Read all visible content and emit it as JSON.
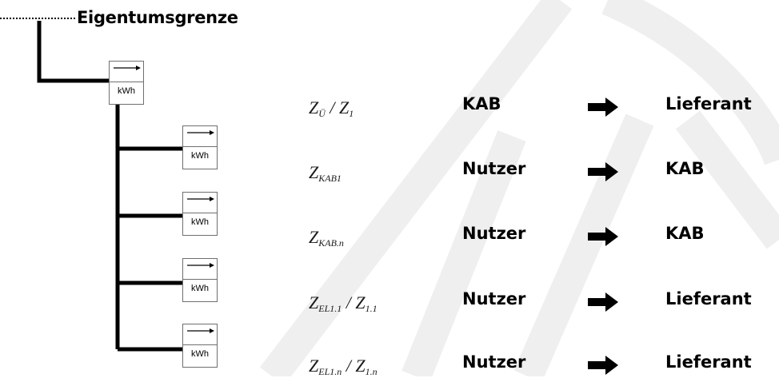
{
  "title": "Eigentumsgrenze",
  "meter_unit": "kWh",
  "rows": [
    {
      "label_main": "Z",
      "label_sub": "Ü",
      "label_sep": " / Z",
      "label_sub2": "1",
      "from": "KAB",
      "to": "Lieferant"
    },
    {
      "label_main": "Z",
      "label_sub": "KAB1",
      "label_sep": "",
      "label_sub2": "",
      "from": "Nutzer",
      "to": "KAB"
    },
    {
      "label_main": "Z",
      "label_sub": "KAB.n",
      "label_sep": "",
      "label_sub2": "",
      "from": "Nutzer",
      "to": "KAB"
    },
    {
      "label_main": "Z",
      "label_sub": "EL1.1",
      "label_sep": " / Z",
      "label_sub2": "1.1",
      "from": "Nutzer",
      "to": "Lieferant"
    },
    {
      "label_main": "Z",
      "label_sub": "EL1.n",
      "label_sep": " / Z",
      "label_sub2": "1.n",
      "from": "Nutzer",
      "to": "Lieferant"
    }
  ],
  "colors": {
    "line": "#000000",
    "meter_border": "#6f6f6f",
    "watermark": "#eeeeee"
  },
  "icons": {
    "flow": "right-arrow-icon",
    "meter": "kwh-meter-icon"
  }
}
